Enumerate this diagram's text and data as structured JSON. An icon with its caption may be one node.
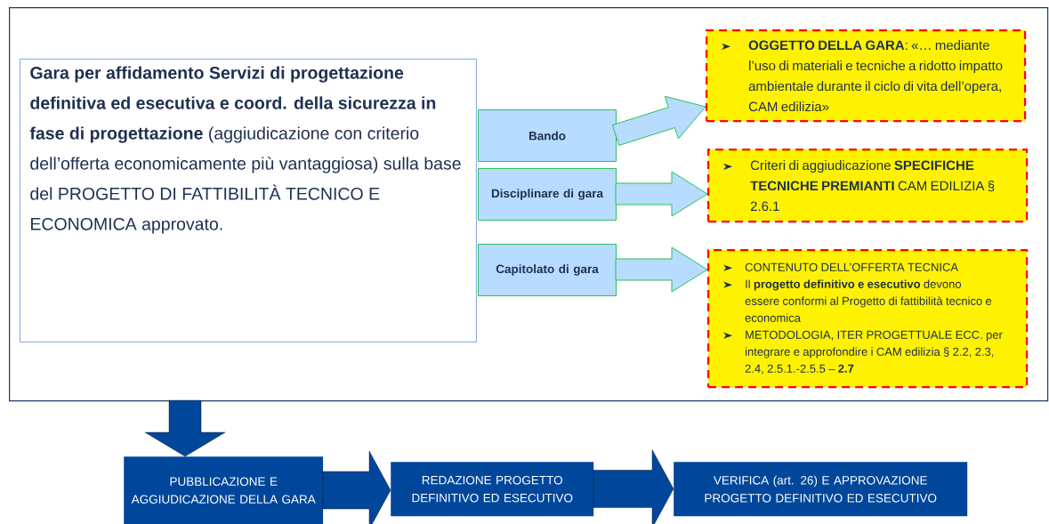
{
  "diagram": {
    "nodes": [
      {
        "text": [],
        "shape": "box"
      },
      {
        "text": [
          "**Gara per affidamento Servizi di progettazione definitiva ed esecutiva e coord. della sicurezza in fase di progettazione** (aggiudicazione con criterio dell’offerta economicamente più vantaggiosa) sulla base del PROGETTO DI FATTIBILITÀ TECNICO E ECONOMICA approvato."
        ],
        "in": 0
      },
      {
        "text": [
          "Bando"
        ],
        "in": 0
      },
      {
        "text": [
          "Disciplinare di gara"
        ],
        "in": 0
      },
      {
        "text": [
          "Capitolato di gara"
        ],
        "in": 0
      },
      {
        "text": [
          "**OGGETTO DELLA GARA**: «… mediante l’uso di materiali e tecniche a ridotto impatto ambientale durante il ciclo di vita dell’opera, CAM edilizia»"
        ],
        "in": 0
      },
      {
        "text": [
          "Criteri di aggiudicazione **SPECIFICHE TECNICHE PREMIANTI** CAM EDILIZIA § 2.6.1"
        ],
        "in": 0
      },
      {
        "text": [
          "CONTENUTO DELL’OFFERTA TECNICA",
          "Il **progetto definitivo e esecutivo** devono essere conformi al Progetto di fattibilità tecnico e economica",
          "METODOLOGIA, ITER PROGETTUALE ECC. per integrare e approfondire i CAM edilizia § 2.2, 2.3, 2.4, 2.5.1.-2.5.5 – **2.7**"
        ],
        "in": 0
      },
      {
        "text": [
          "PUBBLICAZIONE E AGGIUDICAZIONE DELLA GARA"
        ]
      },
      {
        "text": [
          "REDAZIONE PROGETTO DEFINITIVO ED ESECUTIVO"
        ]
      },
      {
        "text": [
          "VERIFICA (art. 26) E APPROVAZIONE PROGETTO DEFINITIVO ED ESECUTIVO"
        ]
      }
    ],
    "edges": [
      {
        "from": 2,
        "to": 5,
        "arrow": "to",
        "color": "#b7dcff"
      },
      {
        "from": 3,
        "to": 6,
        "arrow": "to",
        "color": "#b7dcff"
      },
      {
        "from": 4,
        "to": 7,
        "arrow": "to",
        "color": "#b7dcff"
      },
      {
        "from": 0,
        "to": 8,
        "arrow": "to",
        "color": "#00479b"
      },
      {
        "from": 8,
        "to": 9,
        "arrow": "to",
        "color": "#00479b"
      },
      {
        "from": 9,
        "to": 10,
        "arrow": "to",
        "color": "#00479b"
      }
    ]
  }
}
